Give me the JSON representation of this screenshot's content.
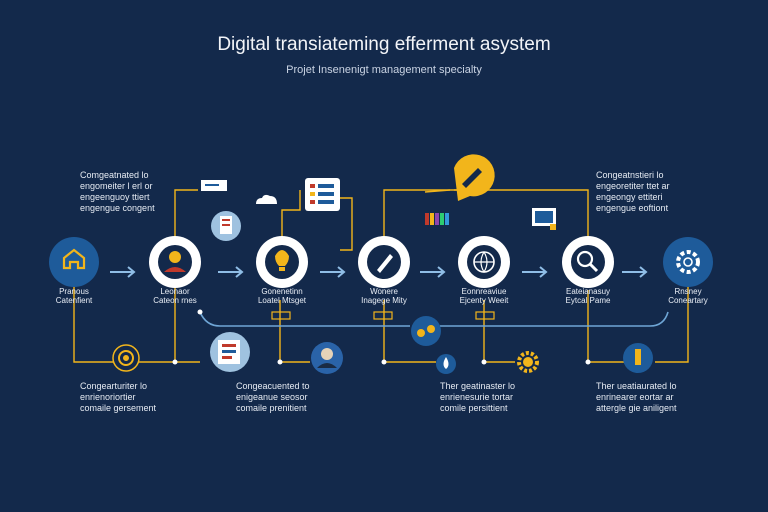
{
  "title": "Digital transiateming efferment asystem",
  "subtitle": "Projet Insenenigt management specialty",
  "colors": {
    "background": "#13294b",
    "accent": "#f2b51b",
    "flow": "#6fa6d6",
    "node": "#ffffff"
  },
  "notes_top": [
    "Comgeatnated lo\nengomeiter l erl or\nengeenguoy ttiert\nengengue congent",
    "Congeatnstieri lo\nengeoretiter ttet ar\nengeongy ettiteri\nengengue eoftiont"
  ],
  "notes_bottom": [
    "Congearturiter lo\nenrienoriortier\ncomaile gersement",
    "Congeacuented to\nenigeanue seosor\ncomaile prenitient",
    "Ther geatinaster lo\nenrienesurie tortar\ncomile persittient",
    "Ther ueatiaurated lo\nenrinearer eortar ar\nattergle gie aniligent"
  ],
  "steps": [
    {
      "label": "Pranous\nCatenfient",
      "icon": "home-icon"
    },
    {
      "label": "Leonaor\nCateon rnes",
      "icon": "person-icon"
    },
    {
      "label": "Gonenetinn\nLoatel Mtsget",
      "icon": "lightbulb-icon"
    },
    {
      "label": "Wonere\nInagege Mity",
      "icon": "pen-icon"
    },
    {
      "label": "Eonnreaviue\nEjcenty Weeit",
      "icon": "globe-icon"
    },
    {
      "label": "Eateianasuy\nEytcal Pame",
      "icon": "search-icon"
    },
    {
      "label": "Rnsney\nConeartary",
      "icon": "gear-icon"
    }
  ]
}
